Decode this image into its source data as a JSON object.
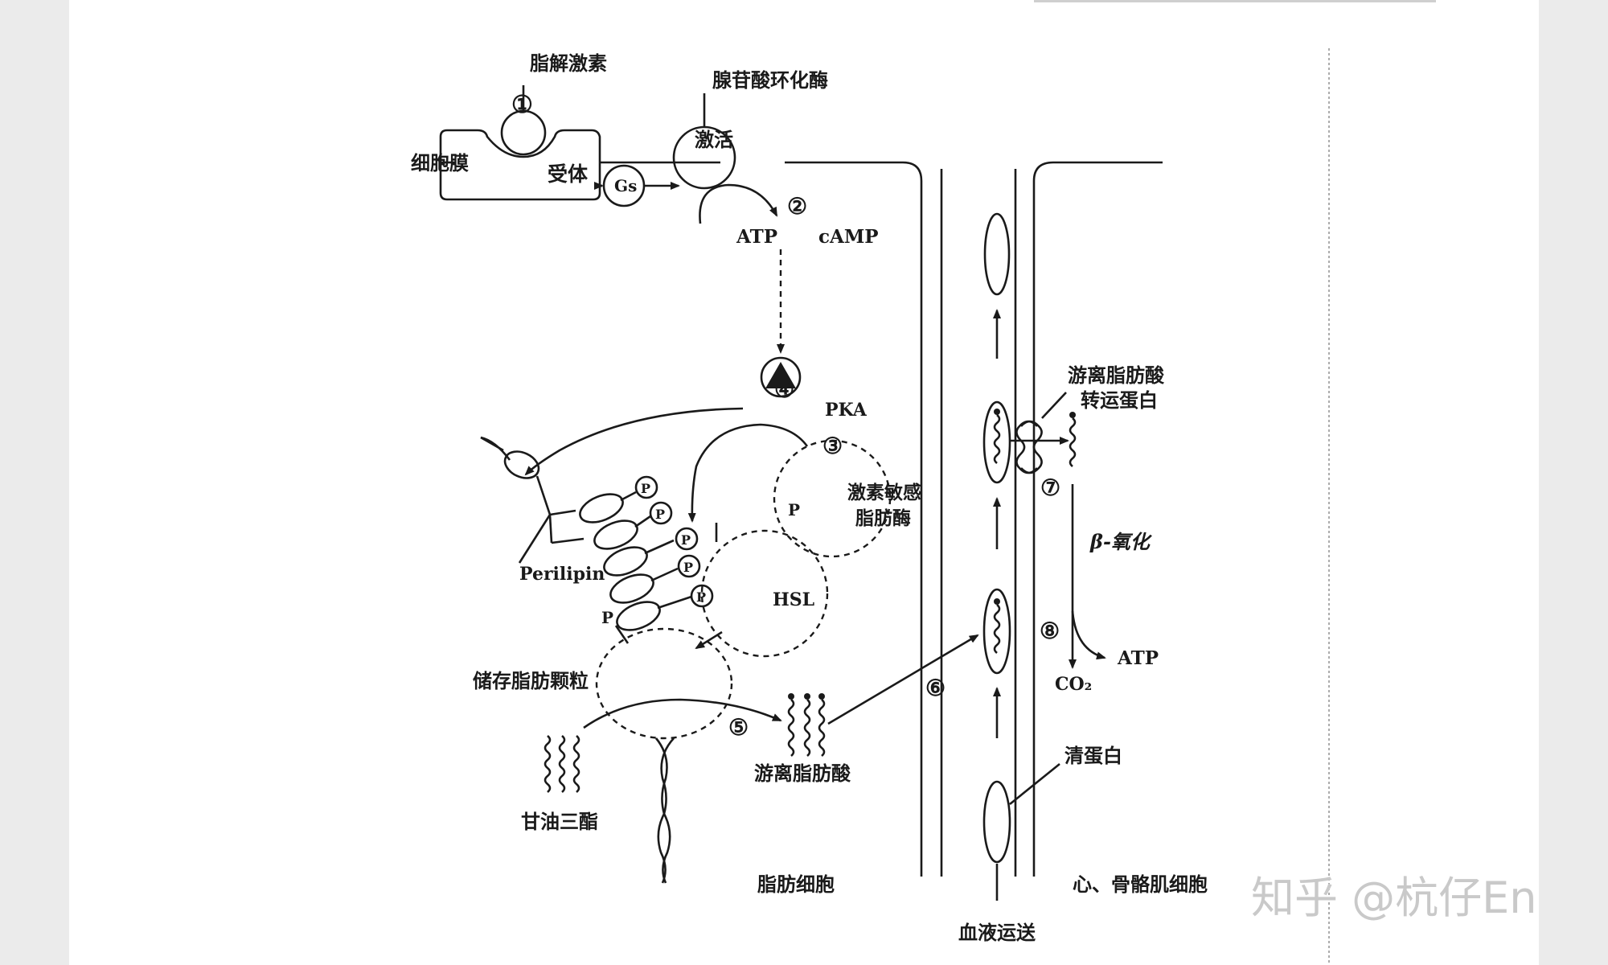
{
  "labels": {
    "lipolytic_hormone": "脂解激素",
    "receptor": "受体",
    "cell_membrane": "细胞膜",
    "gs": "Gs",
    "adenylate_cyclase": "腺苷酸环化酶",
    "activate": "激活",
    "atp_top": "ATP",
    "camp": "cAMP",
    "pka": "PKA",
    "hsl_name_line1": "激素敏感",
    "hsl_name_line2": "脂肪酶",
    "hsl": "HSL",
    "p_hsl": "P",
    "p_granule": "P",
    "phospho": "P",
    "perilipin": "Perilipin",
    "lipid_droplet": "储存脂肪颗粒",
    "triglyceride": "甘油三酯",
    "ffa": "游离脂肪酸",
    "adipocyte": "脂肪细胞",
    "blood_transport": "血液运送",
    "albumin": "清蛋白",
    "ffa_transporter_line1": "游离脂肪酸",
    "ffa_transporter_line2": "转运蛋白",
    "beta_oxidation": "β-氧化",
    "atp_right": "ATP",
    "co2": "CO₂",
    "muscle_cell": "心、骨骼肌细胞"
  },
  "steps": [
    "①",
    "②",
    "③",
    "④",
    "⑤",
    "⑥",
    "⑦",
    "⑧"
  ],
  "watermark": "知乎 @杭仔Ender",
  "colors": {
    "ink": "#1a1a1a",
    "page": "#ffffff",
    "margin": "#ebebeb",
    "watermark": "#c9c9c9"
  }
}
